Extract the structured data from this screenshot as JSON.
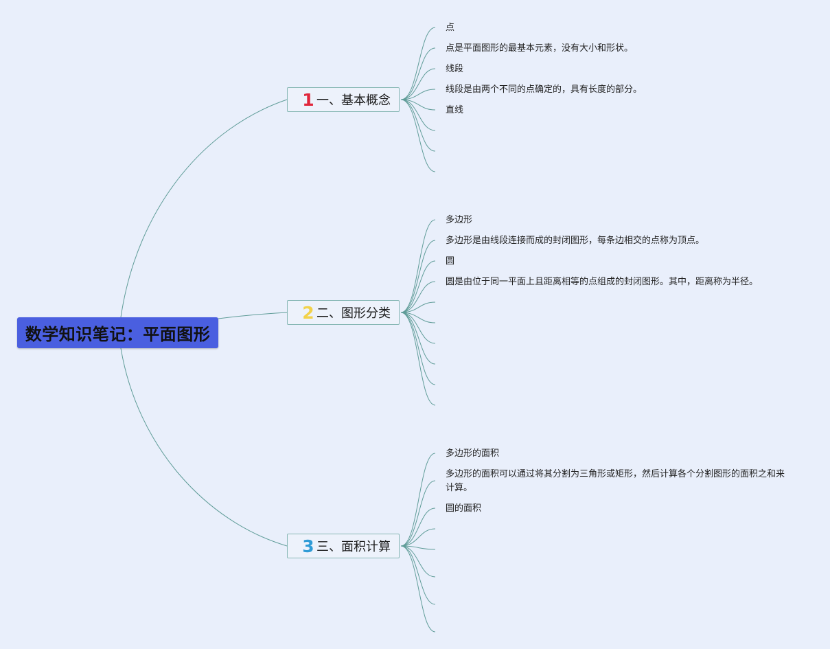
{
  "root": {
    "title": "数学知识笔记：平面图形",
    "color": "#4a5fe0"
  },
  "line_color": "#5f9c98",
  "branches": [
    {
      "number": "1",
      "number_color": "#e0263b",
      "label": "一、基本概念",
      "leaves": [
        "点",
        "点是平面图形的最基本元素，没有大小和形状。",
        "线段",
        "线段是由两个不同的点确定的，具有长度的部分。",
        "直线"
      ]
    },
    {
      "number": "2",
      "number_color": "#f2d24a",
      "label": "二、图形分类",
      "leaves": [
        "多边形",
        "多边形是由线段连接而成的封闭图形，每条边相交的点称为顶点。",
        "圆",
        "圆是由位于同一平面上且距离相等的点组成的封闭图形。其中，距离称为半径。"
      ]
    },
    {
      "number": "3",
      "number_color": "#2f9bd6",
      "label": "三、面积计算",
      "leaves": [
        "多边形的面积",
        "多边形的面积可以通过将其分割为三角形或矩形，然后计算各个分割图形的面积之和来计算。",
        "圆的面积"
      ]
    }
  ]
}
